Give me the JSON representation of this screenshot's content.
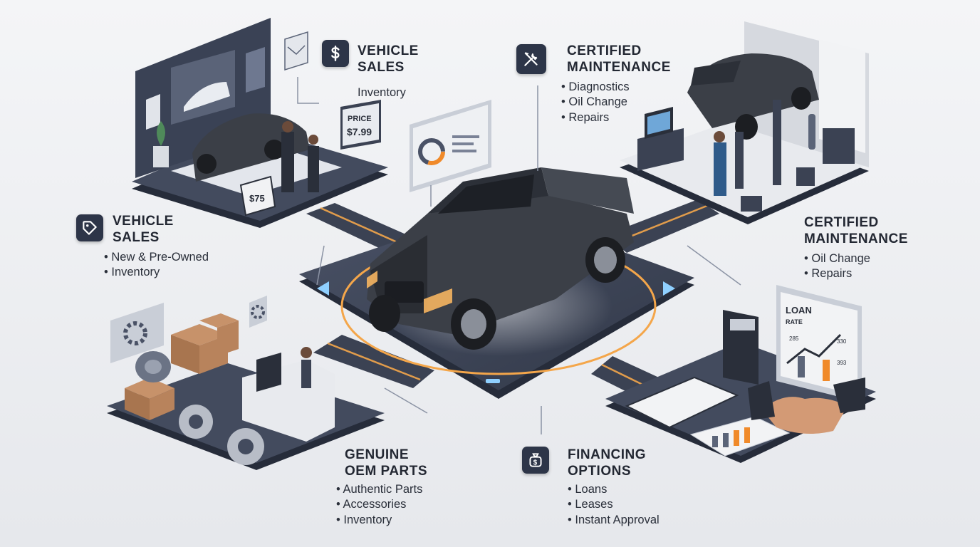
{
  "sections": {
    "sales_top": {
      "title_line1": "VEHICLE",
      "title_line2": "SALES",
      "sub": "Inventory"
    },
    "maint_top": {
      "title_line1": "CERTIFIED",
      "title_line2": "MAINTENANCE",
      "items": [
        "Diagnostics",
        "Oil Change",
        "Repairs"
      ]
    },
    "sales_left": {
      "title_line1": "VEHICLE",
      "title_line2": "SALES",
      "items": [
        "New & Pre-Owned",
        "Inventory"
      ]
    },
    "maint_right": {
      "title_line1": "CERTIFIED",
      "title_line2": "MAINTENANCE",
      "items": [
        "Oil Change",
        "Repairs"
      ]
    },
    "parts": {
      "title_line1": "GENUINE",
      "title_line2": "OEM PARTS",
      "items": [
        "Authentic Parts",
        "Accessories",
        "Inventory"
      ]
    },
    "finance": {
      "title_line1": "FINANCING",
      "title_line2": "OPTIONS",
      "items": [
        "Loans",
        "Leases",
        "Instant Approval"
      ]
    }
  },
  "illustration_text": {
    "price_sign_line1": "PRICE",
    "price_sign_line2": "$7.99",
    "floor_tag": "$75",
    "loan_board_line1": "LOAN",
    "loan_board_line2": "RATE",
    "loan_num_a": "285",
    "loan_num_b": "330",
    "loan_num_c": "393"
  },
  "icons": {
    "sales_top_badge": "dollar-icon",
    "maint_top_badge": "wrench-screwdriver-icon",
    "sales_left_badge": "price-tag-icon",
    "finance_badge": "money-bag-icon"
  },
  "colors": {
    "badge": "#2d3548",
    "platform_top": "#3a4255",
    "platform_side": "#262c3a",
    "glow": "#f4a64a",
    "accent_orange": "#f08a2a",
    "truck": "#3b3f47"
  }
}
